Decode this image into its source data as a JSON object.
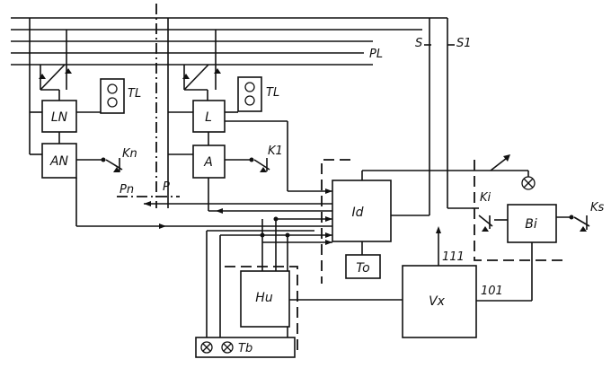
{
  "blocks": {
    "ln": "LN",
    "an": "AN",
    "l": "L",
    "a": "A",
    "id": "Id",
    "to": "To",
    "bi": "Bi",
    "hu": "Hu",
    "vx": "Vx"
  },
  "labels": {
    "tl_left": "TL",
    "tl_right": "TL",
    "kn": "Kn",
    "k1": "K1",
    "ks": "Ks",
    "ki": "Ki",
    "pl": "PL",
    "s": "S",
    "s1": "S1",
    "pn": "Pn",
    "p": "P",
    "tb": "Tb",
    "n111": "111",
    "n101": "101"
  }
}
